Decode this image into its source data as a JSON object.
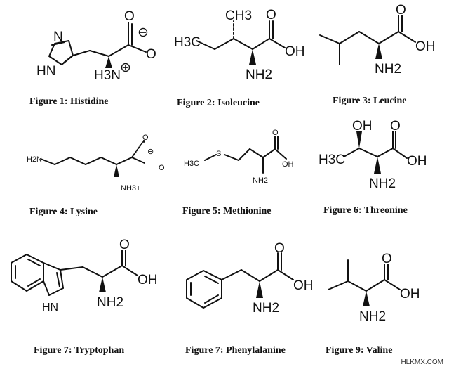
{
  "figures": [
    {
      "caption": "Figure 1: Histidine",
      "labels": {
        "n_ring": "N",
        "nh_ring": "HN",
        "o_top": "O",
        "minus": "⊖",
        "o_right": "O",
        "amine": "H3N",
        "plus": "⊕"
      }
    },
    {
      "caption": "Figure 2: Isoleucine",
      "labels": {
        "ch3_top": "CH3",
        "h3c": "H3C",
        "o": "O",
        "oh": "OH",
        "nh2": "NH2"
      }
    },
    {
      "caption": "Figure 3: Leucine",
      "labels": {
        "o": "O",
        "oh": "OH",
        "nh2": "NH2"
      }
    },
    {
      "caption": "Figure 4: Lysine",
      "labels": {
        "h2n": "H2N",
        "o_top": "O",
        "minus": "⊖",
        "o_right": "O",
        "nh3": "NH3+"
      }
    },
    {
      "caption": "Figure 5: Methionine",
      "labels": {
        "h3c": "H3C",
        "s": "S",
        "o": "O",
        "oh": "OH",
        "nh2": "NH2"
      }
    },
    {
      "caption": "Figure 6: Threonine",
      "labels": {
        "oh_top": "OH",
        "h3c": "H3C",
        "o": "O",
        "oh": "OH",
        "nh2": "NH2"
      }
    },
    {
      "caption": "Figure 7: Tryptophan",
      "labels": {
        "hn": "HN",
        "o": "O",
        "oh": "OH",
        "nh2": "NH2"
      }
    },
    {
      "caption": "Figure 7: Phenylalanine",
      "labels": {
        "o": "O",
        "oh": "OH",
        "nh2": "NH2"
      }
    },
    {
      "caption": "Figure 9: Valine",
      "labels": {
        "o": "O",
        "oh": "OH",
        "nh2": "NH2"
      }
    }
  ],
  "watermark": "HLKMX.COM"
}
